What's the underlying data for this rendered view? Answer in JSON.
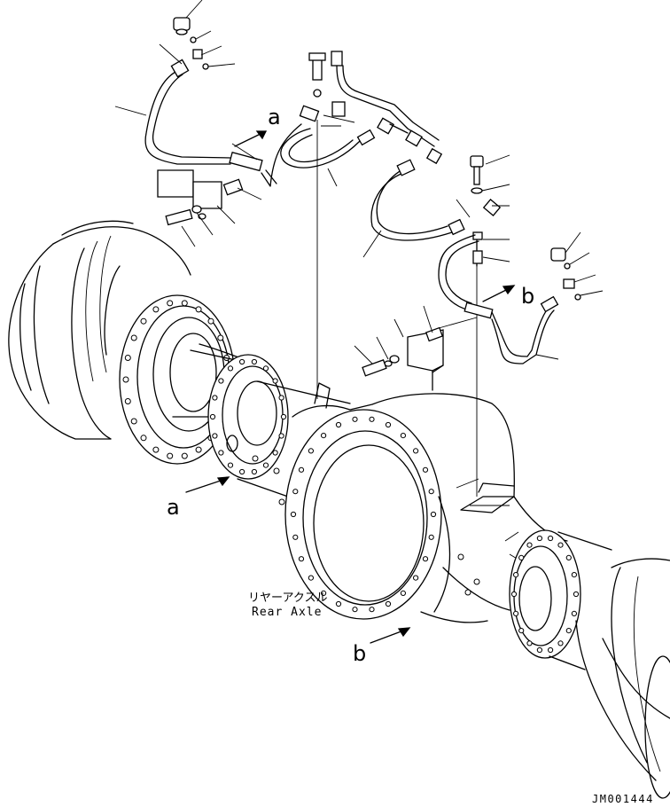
{
  "diagram": {
    "axle_label_ja": "リヤーアクスル",
    "axle_label_en": "Rear Axle",
    "drawing_code": "JM001444",
    "callouts": {
      "a_upper": "a",
      "b_upper": "b",
      "a_lower": "a",
      "b_lower": "b"
    }
  }
}
